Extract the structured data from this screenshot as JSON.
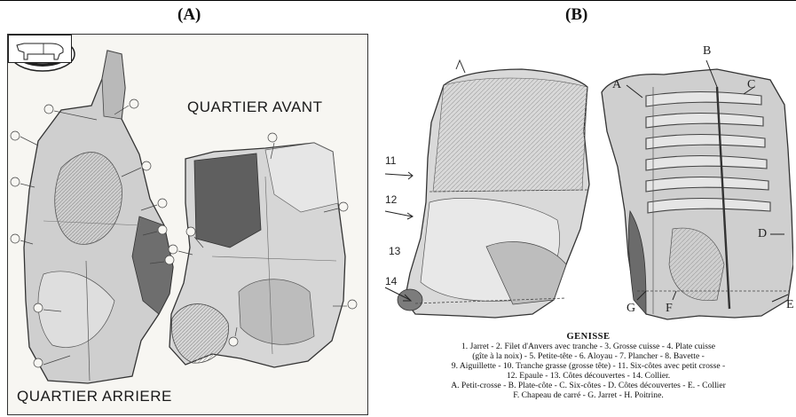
{
  "labels": {
    "a": "(A)",
    "b": "(B)"
  },
  "panel_a": {
    "seal_text": "",
    "quartier_avant": "QUARTIER AVANT",
    "quartier_arriere": "QUARTIER ARRIERE"
  },
  "panel_b": {
    "letters": {
      "A": "A",
      "B": "B",
      "C": "C",
      "D": "D",
      "E": "E",
      "F": "F",
      "G": "G"
    },
    "numbers": {
      "n11": "11",
      "n12": "12",
      "n13": "13",
      "n14": "14"
    },
    "caption_title": "GENISSE",
    "caption_lines": [
      "1. Jarret - 2. Filet d'Anvers avec tranche - 3. Grosse cuisse - 4. Plate cuisse",
      "(gîte à la noix) - 5. Petite-tête - 6. Aloyau - 7. Plancher - 8. Bavette -",
      "9. Aiguillette - 10. Tranche grasse (grosse tête) - 11. Six-côtes avec petit crosse -",
      "12. Epaule - 13. Côtes découvertes - 14. Collier.",
      "A. Petit-crosse - B. Plate-côte - C. Six-côtes - D. Côtes découvertes - E. - Collier",
      "F. Chapeau de carré - G. Jarret - H. Poitrine."
    ]
  }
}
